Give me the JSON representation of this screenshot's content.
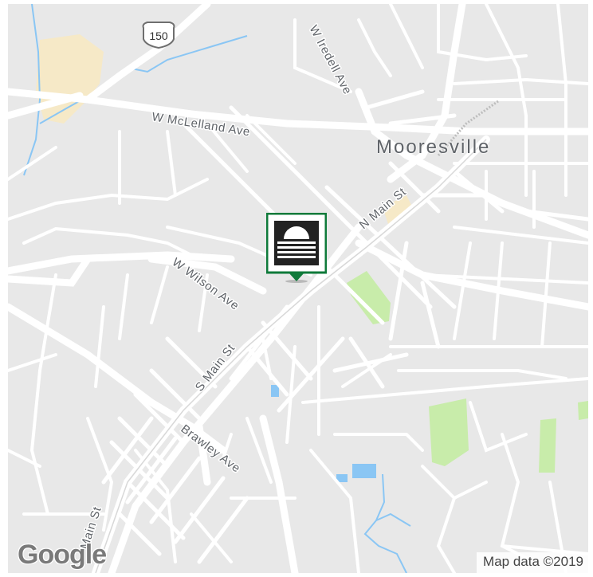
{
  "map": {
    "city_label": "Mooresville",
    "highway_shield": "150",
    "street_labels": {
      "w_iredell": "W Iredell Ave",
      "w_mclelland": "W McLelland Ave",
      "n_main": "N Main St",
      "w_wilson": "W Wilson Ave",
      "s_main": "S Main St",
      "brawley": "Brawley Ave",
      "main_south": "Main St"
    },
    "logo_text": "Google",
    "attribution": "Map data ©2019",
    "marker_icon": "sunset-logo-icon",
    "colors": {
      "land": "#e8e8e8",
      "road": "#ffffff",
      "park": "#c8ecaa",
      "water": "#8ac6f4",
      "urban": "#f6e9c7",
      "marker_border": "#0f7a3a"
    }
  }
}
